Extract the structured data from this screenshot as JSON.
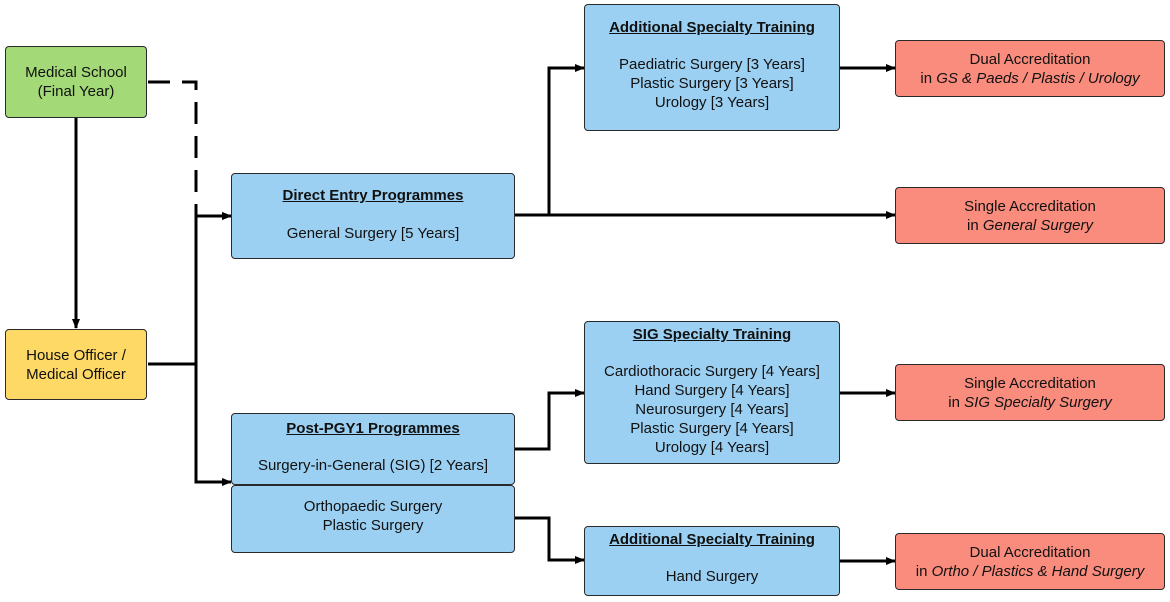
{
  "medical_school": {
    "line1": "Medical School",
    "line2": "(Final Year)"
  },
  "house_officer": {
    "line1": "House Officer /",
    "line2": "Medical Officer"
  },
  "direct_entry": {
    "title": "Direct Entry Programmes",
    "items": [
      "General Surgery [5 Years]"
    ]
  },
  "post_pgy1": {
    "title": "Post-PGY1 Programmes",
    "items": [
      "Surgery-in-General (SIG) [2 Years]"
    ]
  },
  "ortho_plastic": {
    "items": [
      "Orthopaedic Surgery",
      "Plastic Surgery"
    ]
  },
  "additional_specialty_top": {
    "title": "Additional Specialty Training",
    "items": [
      "Paediatric Surgery [3 Years]",
      "Plastic Surgery [3 Years]",
      "Urology [3 Years]"
    ]
  },
  "sig_specialty": {
    "title": "SIG Specialty Training",
    "items": [
      "Cardiothoracic Surgery [4 Years]",
      "Hand Surgery [4 Years]",
      "Neurosurgery  [4 Years]",
      "Plastic Surgery  [4 Years]",
      "Urology  [4 Years]"
    ]
  },
  "additional_specialty_bottom": {
    "title": "Additional Specialty Training",
    "items": [
      "Hand Surgery"
    ]
  },
  "outcome_dual_1": {
    "line1": "Dual Accreditation",
    "prefix": "in ",
    "emph": "GS & Paeds / Plastis / Urology"
  },
  "outcome_single_gs": {
    "line1": "Single Accreditation",
    "prefix": "in ",
    "emph": "General Surgery"
  },
  "outcome_single_sig": {
    "line1": "Single Accreditation",
    "prefix": "in ",
    "emph": "SIG Specialty Surgery"
  },
  "outcome_dual_2": {
    "line1": "Dual Accreditation",
    "prefix": "in ",
    "emph": "Ortho / Plastics & Hand Surgery"
  },
  "colors": {
    "green": "#a3d977",
    "yellow": "#ffd966",
    "blue": "#9cd0f2",
    "red": "#fa8c7e",
    "line": "#000000"
  }
}
